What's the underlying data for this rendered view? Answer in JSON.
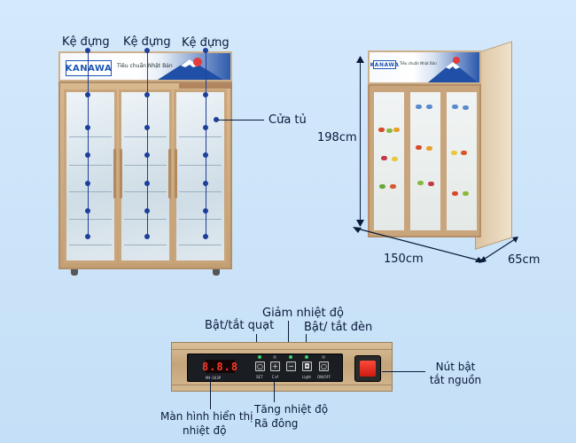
{
  "fridge_front": {
    "brand": "KANAWA",
    "slogan": "Tiêu chuẩn Nhật Bản",
    "shelf_labels": [
      "Kệ đựng",
      "Kệ đựng",
      "Kệ đựng"
    ],
    "door_label": "Cửa tủ"
  },
  "fridge_side": {
    "brand": "KANAWA",
    "slogan": "Tiêu chuẩn Nhật Bản",
    "height": "198cm",
    "width": "150cm",
    "depth": "65cm"
  },
  "control_panel": {
    "display_value": "8.8.8",
    "button_texts": [
      "SET",
      "Def",
      "Light",
      "ON/OFF"
    ],
    "labels": {
      "fan": "Bật/tắt quạt",
      "temp_down": "Giảm nhiệt độ",
      "light": "Bật/ tắt đèn",
      "power": "Nút bật\ntắt nguồn",
      "display_line1": "Màn hình hiển thị",
      "display_line2": "nhiệt độ",
      "temp_up_line1": "Tăng nhiệt độ",
      "temp_up_line2": "Rã đông"
    }
  },
  "colors": {
    "background": "#cfe5f9",
    "label_text": "#0a1a3a",
    "marker": "#1d3f9a",
    "frame_gold": "#c9a57b",
    "power_red": "#e02a1c",
    "led_green": "#37d46a"
  }
}
